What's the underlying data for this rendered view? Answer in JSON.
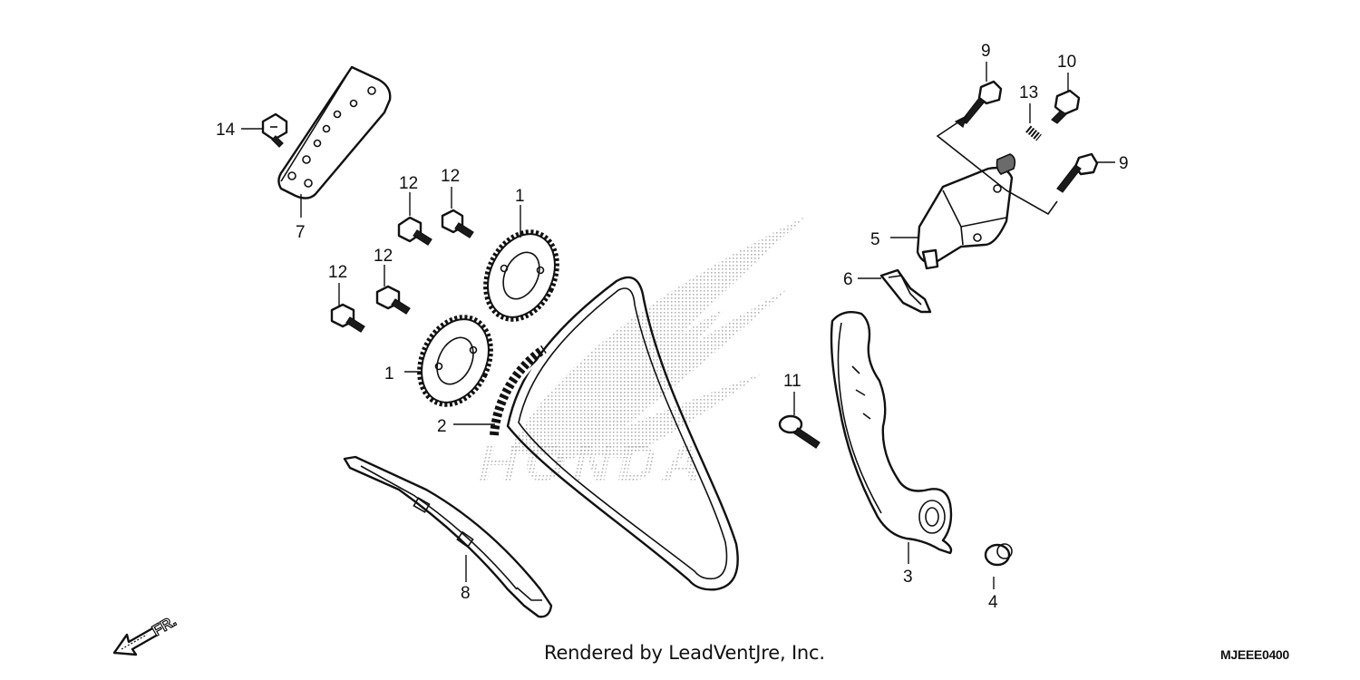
{
  "diagram": {
    "callouts": [
      "1",
      "1",
      "2",
      "3",
      "4",
      "5",
      "6",
      "7",
      "8",
      "9",
      "9",
      "10",
      "11",
      "12",
      "12",
      "12",
      "12",
      "13",
      "14"
    ],
    "front_marker": "FR.",
    "watermark_brand": "HONDA",
    "credit": "Rendered by LeadVentJre, Inc.",
    "drawing_code": "MJEEE0400"
  }
}
